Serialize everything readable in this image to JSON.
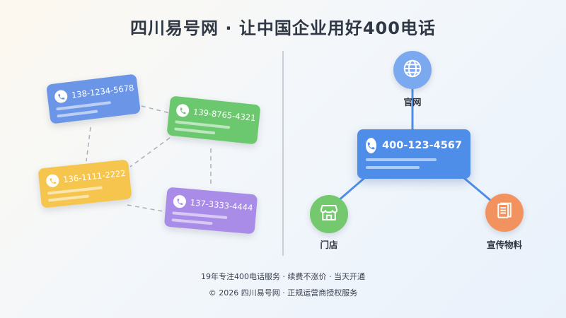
{
  "title": "四川易号网 · 让中国企业用好400电话",
  "cards": [
    {
      "number": "138-1234-5678",
      "color": "#6b95e6"
    },
    {
      "number": "139-8765-4321",
      "color": "#6cc86f"
    },
    {
      "number": "136-1111-2222",
      "color": "#f5c54e"
    },
    {
      "number": "137-3333-4444",
      "color": "#a98be8"
    }
  ],
  "diagram": {
    "center_number": "400-123-4567",
    "nodes": [
      {
        "label": "官网",
        "icon": "globe-icon",
        "color": "#7aa9ef"
      },
      {
        "label": "门店",
        "icon": "store-icon",
        "color": "#74c96f"
      },
      {
        "label": "宣传物料",
        "icon": "printed-material-icon",
        "color": "#f2935f"
      }
    ]
  },
  "footer": {
    "line1": "19年专注400电话服务 · 续费不涨价 · 当天开通",
    "line2": "© 2026 四川易号网 · 正规运营商授权服务"
  }
}
